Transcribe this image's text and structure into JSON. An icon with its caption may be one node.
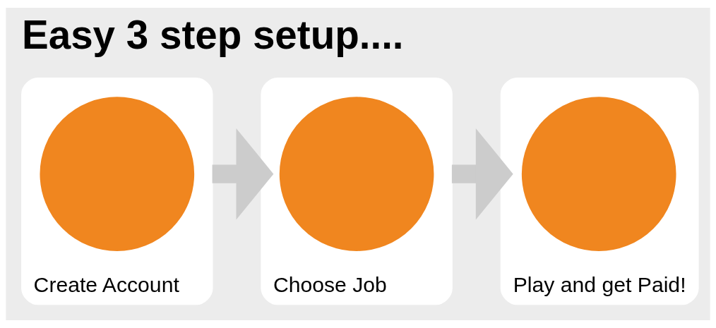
{
  "diagram": {
    "title": "Easy 3 step setup....",
    "nodes": [
      {
        "text": [
          "Create Account"
        ]
      },
      {
        "text": [],
        "shape": "circle",
        "in": 0
      },
      {
        "text": [
          "Choose Job"
        ]
      },
      {
        "text": [],
        "shape": "circle",
        "in": 2
      },
      {
        "text": [
          "Play and get Paid!"
        ]
      },
      {
        "text": [],
        "shape": "circle",
        "in": 4
      }
    ],
    "edges": [
      {
        "from": 0,
        "to": 2,
        "arrow": "to"
      },
      {
        "from": 2,
        "to": 4,
        "arrow": "to"
      }
    ]
  }
}
